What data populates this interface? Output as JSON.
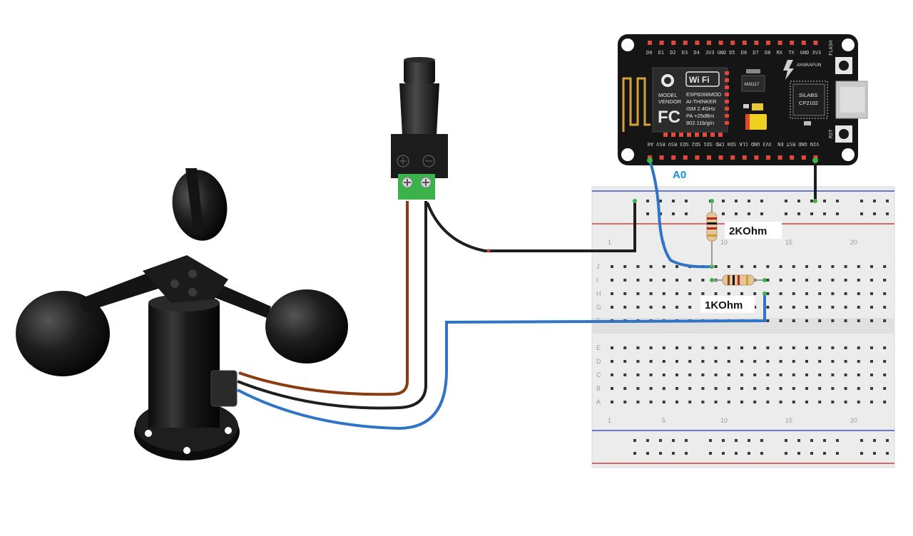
{
  "labels": {
    "a0": "A0",
    "r_top": "2KOhm",
    "r_bottom": "1KOhm"
  },
  "nodemcu": {
    "top_pins": [
      "D0",
      "D1",
      "D2",
      "D3",
      "D4",
      "3V3",
      "GND",
      "D5",
      "D6",
      "D7",
      "D8",
      "RX",
      "TX",
      "GND",
      "3V3"
    ],
    "bottom_pins": [
      "A0",
      "RSV",
      "RSV",
      "SD3",
      "SD2",
      "SD1",
      "CMD",
      "SD0",
      "CLK",
      "GND",
      "3V3",
      "EN",
      "RST",
      "GND",
      "VIN"
    ],
    "module_lines": [
      "MODEL",
      "VENDOR"
    ],
    "fcc": "FC",
    "wifi": "Wi Fi",
    "esp_lines": [
      "ESP8266MOD",
      "AI-THINKER",
      "ISM 2.4GHz",
      "PA +25dBm",
      "802.11b/g/n"
    ],
    "regulator": "AM1117",
    "brand": "AYARAFUN",
    "usb_chip": [
      "SILABS",
      "CP2102"
    ],
    "flash": "FLASH",
    "rst": "RST"
  },
  "breadboard": {
    "row_letters_top": [
      "J",
      "I",
      "H",
      "G",
      "F"
    ],
    "row_letters_bottom": [
      "E",
      "D",
      "C",
      "B",
      "A"
    ],
    "col_numbers": [
      "1",
      "5",
      "10",
      "15",
      "20"
    ]
  },
  "colors": {
    "wire_blue": "#2f74c6",
    "wire_brown": "#8b3a12",
    "wire_black": "#1e1e1e",
    "board_pcb": "#151515",
    "breadboard": "#ececec",
    "rail_red": "#d23c3c",
    "rail_blue": "#3a54c8",
    "terminal_green": "#3cb34a"
  }
}
